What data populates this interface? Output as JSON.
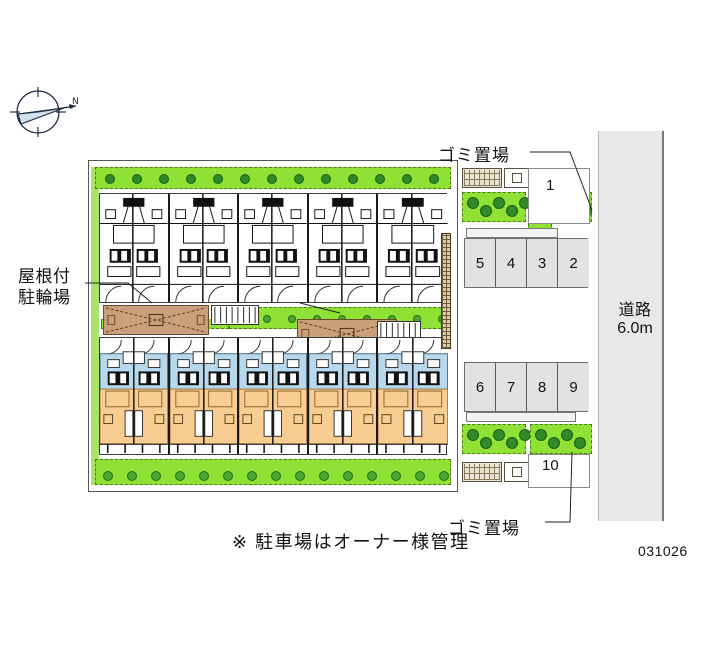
{
  "document": {
    "type": "site-plan",
    "code": "031026",
    "note": "※ 駐車場はオーナー様管理"
  },
  "compass": {
    "name": "north-arrow",
    "label": "N"
  },
  "labels": {
    "road_line1": "道路",
    "road_line2": "6.0m",
    "garbage_top": "ゴミ置場",
    "garbage_bottom": "ゴミ置場",
    "bike_shelter_line1": "屋根付",
    "bike_shelter_line2": "駐輪場"
  },
  "parking": {
    "upper_row": [
      "5",
      "4",
      "3",
      "2"
    ],
    "upper_single": "1",
    "lower_row": [
      "6",
      "7",
      "8",
      "9"
    ],
    "lower_single": "10",
    "total_stalls": 10
  },
  "buildings": [
    {
      "id": "north-building",
      "units": 5,
      "fill": "white"
    },
    {
      "id": "south-building",
      "units": 5,
      "fill": "blue-orange"
    }
  ],
  "colors": {
    "green_lawn": "#8fe234",
    "tree": "#2e8b26",
    "bush": "#4aa832",
    "road_grey": "#e8e8e8",
    "parking_grey": "#e2e2e2",
    "bike_shelter": "#caa07b",
    "unit_blue": "#b8d8ee",
    "unit_orange": "#f7cd92",
    "ink": "#111111"
  }
}
